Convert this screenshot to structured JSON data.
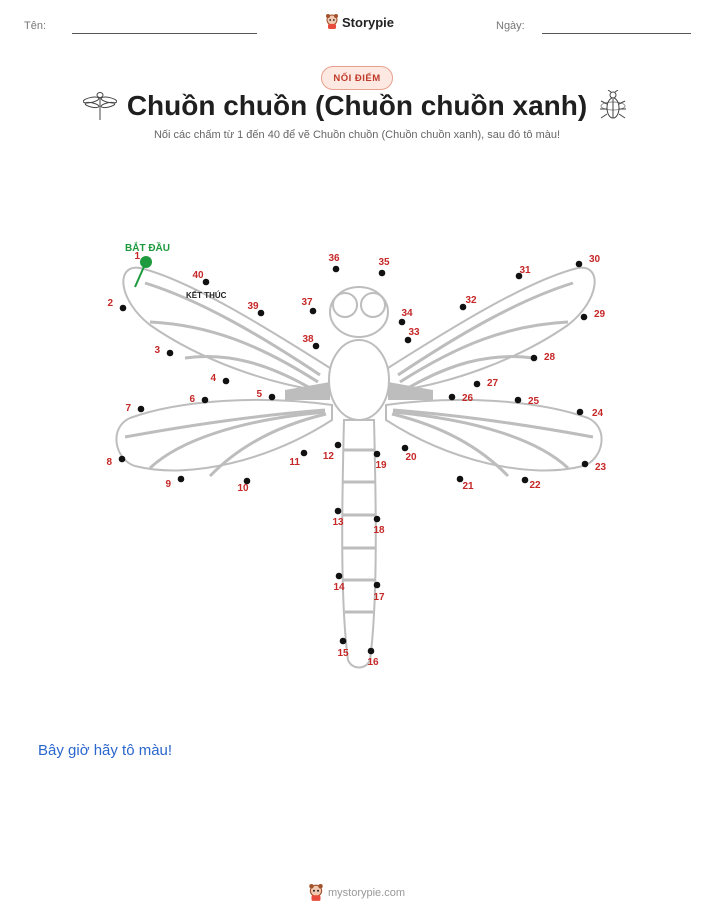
{
  "header": {
    "name_label": "Tên:",
    "date_label": "Ngày:",
    "brand": "Storypie"
  },
  "badge": "NỐI ĐIỂM",
  "title": "Chuồn chuồn (Chuồn chuồn xanh)",
  "subtitle": "Nối các chấm từ 1 đến 40 để vẽ Chuồn chuồn (Chuồn chuồn xanh), sau đó tô màu!",
  "start_label": "BẮT ĐẦU",
  "end_label": "KẾT THÚC",
  "color_prompt": "Bây giờ hãy tô màu!",
  "footer": "mystorypie.com",
  "colors": {
    "dot": "#111111",
    "number": "#c62828",
    "start": "#1e9a3e",
    "outline": "#bdbdbd",
    "prompt": "#2a66cc"
  },
  "dots": [
    {
      "n": "1"
    },
    {
      "n": "2"
    },
    {
      "n": "3"
    },
    {
      "n": "4"
    },
    {
      "n": "5"
    },
    {
      "n": "6"
    },
    {
      "n": "7"
    },
    {
      "n": "8"
    },
    {
      "n": "9"
    },
    {
      "n": "10"
    },
    {
      "n": "11"
    },
    {
      "n": "12"
    },
    {
      "n": "13"
    },
    {
      "n": "14"
    },
    {
      "n": "15"
    },
    {
      "n": "16"
    },
    {
      "n": "17"
    },
    {
      "n": "18"
    },
    {
      "n": "19"
    },
    {
      "n": "20"
    },
    {
      "n": "21"
    },
    {
      "n": "22"
    },
    {
      "n": "23"
    },
    {
      "n": "24"
    },
    {
      "n": "25"
    },
    {
      "n": "26"
    },
    {
      "n": "27"
    },
    {
      "n": "28"
    },
    {
      "n": "29"
    },
    {
      "n": "30"
    },
    {
      "n": "31"
    },
    {
      "n": "32"
    },
    {
      "n": "33"
    },
    {
      "n": "34"
    },
    {
      "n": "35"
    },
    {
      "n": "36"
    },
    {
      "n": "37"
    },
    {
      "n": "38"
    },
    {
      "n": "39"
    },
    {
      "n": "40"
    }
  ]
}
